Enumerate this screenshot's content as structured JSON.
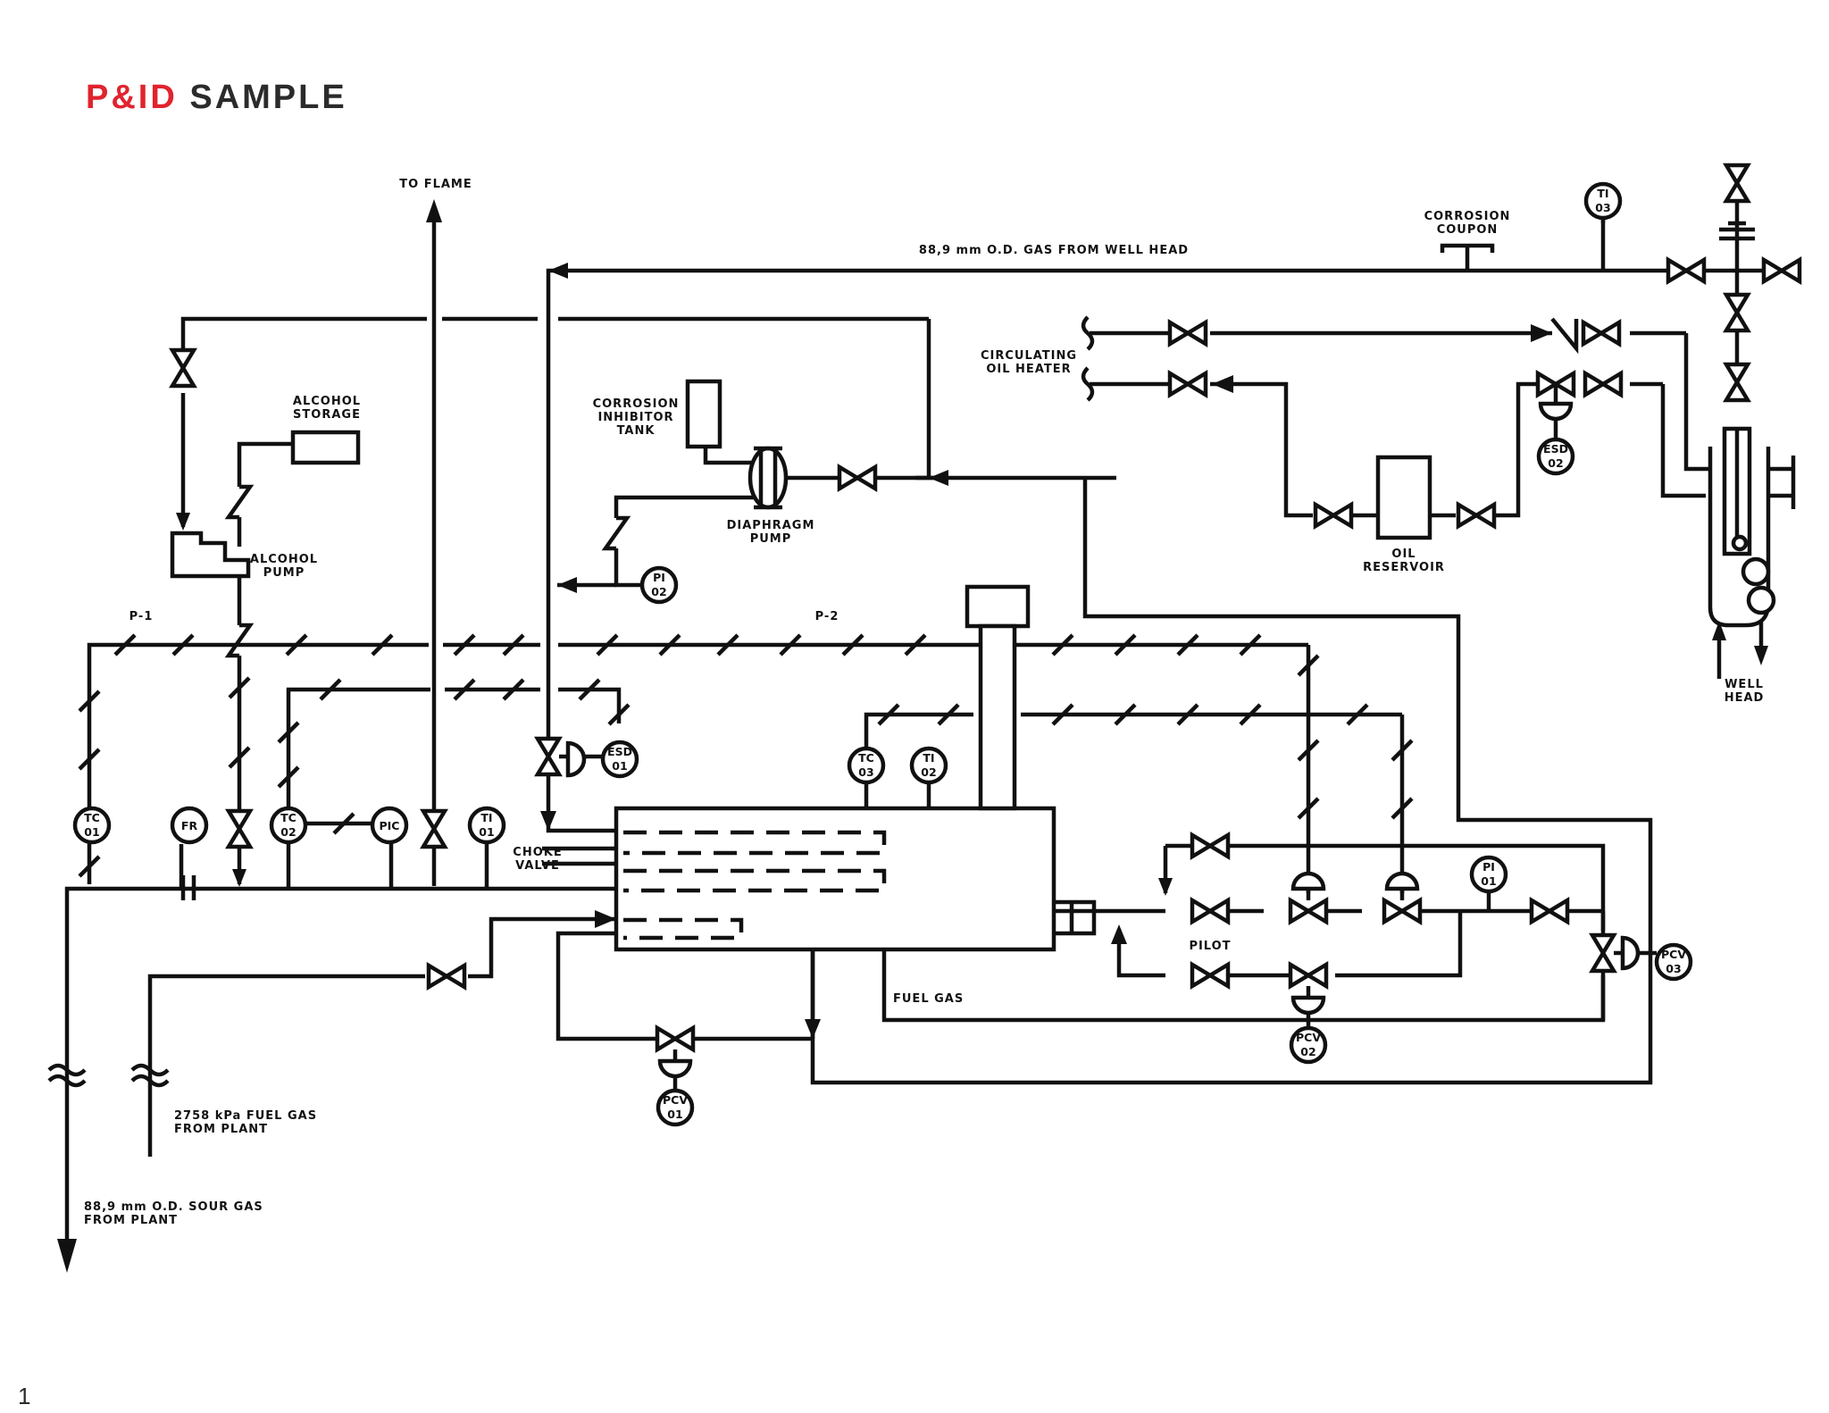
{
  "page": {
    "title_part1": "P&ID",
    "title_part2": "SAMPLE",
    "page_number": "1"
  },
  "labels": {
    "to_flame": "TO FLAME",
    "gas_from_well_head": "88,9 mm O.D. GAS FROM WELL HEAD",
    "corrosion_coupon": [
      "CORROSION",
      "COUPON"
    ],
    "circulating_oil_heater": [
      "CIRCULATING",
      "OIL HEATER"
    ],
    "alcohol_storage": [
      "ALCOHOL",
      "STORAGE"
    ],
    "alcohol_pump": [
      "ALCOHOL",
      "PUMP"
    ],
    "corrosion_inhibitor_tank": [
      "CORROSION",
      "INHIBITOR",
      "TANK"
    ],
    "diaphragm_pump": [
      "DIAPHRAGM",
      "PUMP"
    ],
    "oil_reservoir": [
      "OIL",
      "RESERVOIR"
    ],
    "well_head": [
      "WELL",
      "HEAD"
    ],
    "p1": "P-1",
    "p2": "P-2",
    "choke_valve": [
      "CHOKE",
      "VALVE"
    ],
    "pilot": "PILOT",
    "fuel_gas": "FUEL GAS",
    "fuel_gas_from_plant": [
      "2758 kPa FUEL GAS",
      "FROM PLANT"
    ],
    "sour_gas_from_plant": [
      "88,9 mm O.D. SOUR GAS",
      "FROM PLANT"
    ]
  },
  "instruments": {
    "ti03": [
      "TI",
      "03"
    ],
    "esd02": [
      "ESD",
      "02"
    ],
    "pi02": [
      "PI",
      "02"
    ],
    "esd01": [
      "ESD",
      "01"
    ],
    "tc03": [
      "TC",
      "03"
    ],
    "ti02": [
      "TI",
      "02"
    ],
    "tc01": [
      "TC",
      "01"
    ],
    "fr": [
      "FR"
    ],
    "tc02": [
      "TC",
      "02"
    ],
    "pic": [
      "PIC"
    ],
    "ti01": [
      "TI",
      "01"
    ],
    "pi01": [
      "PI",
      "01"
    ],
    "pcv03": [
      "PCV",
      "03"
    ],
    "pcv02": [
      "PCV",
      "02"
    ],
    "pcv01": [
      "PCV",
      "01"
    ]
  },
  "colors": {
    "title_accent": "#e0242e",
    "title_dark": "#2b2b2b",
    "line": "#111111"
  }
}
